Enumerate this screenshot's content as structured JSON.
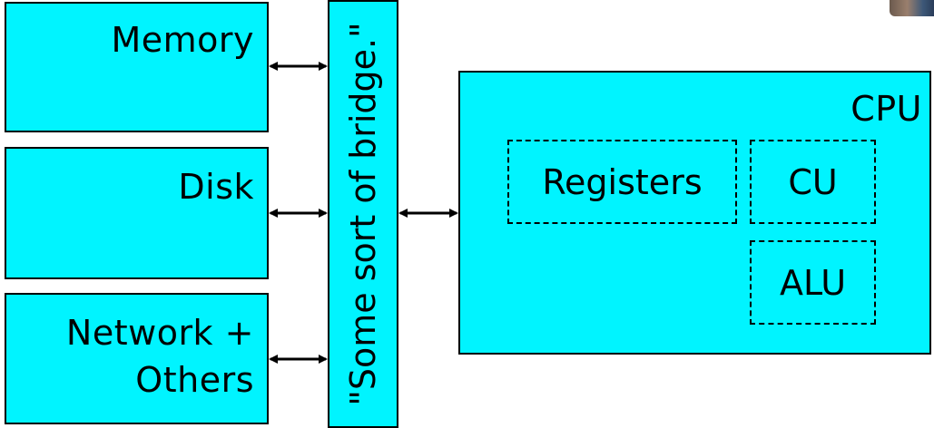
{
  "diagram": {
    "components": {
      "memory": "Memory",
      "disk": "Disk",
      "network_line1": "Network +",
      "network_line2": "Others",
      "bridge": "\"Some sort of bridge.\""
    },
    "cpu": {
      "title": "CPU",
      "registers": "Registers",
      "cu": "CU",
      "alu": "ALU"
    },
    "colors": {
      "box_fill": "#00f4ff",
      "stroke": "#000000"
    }
  }
}
